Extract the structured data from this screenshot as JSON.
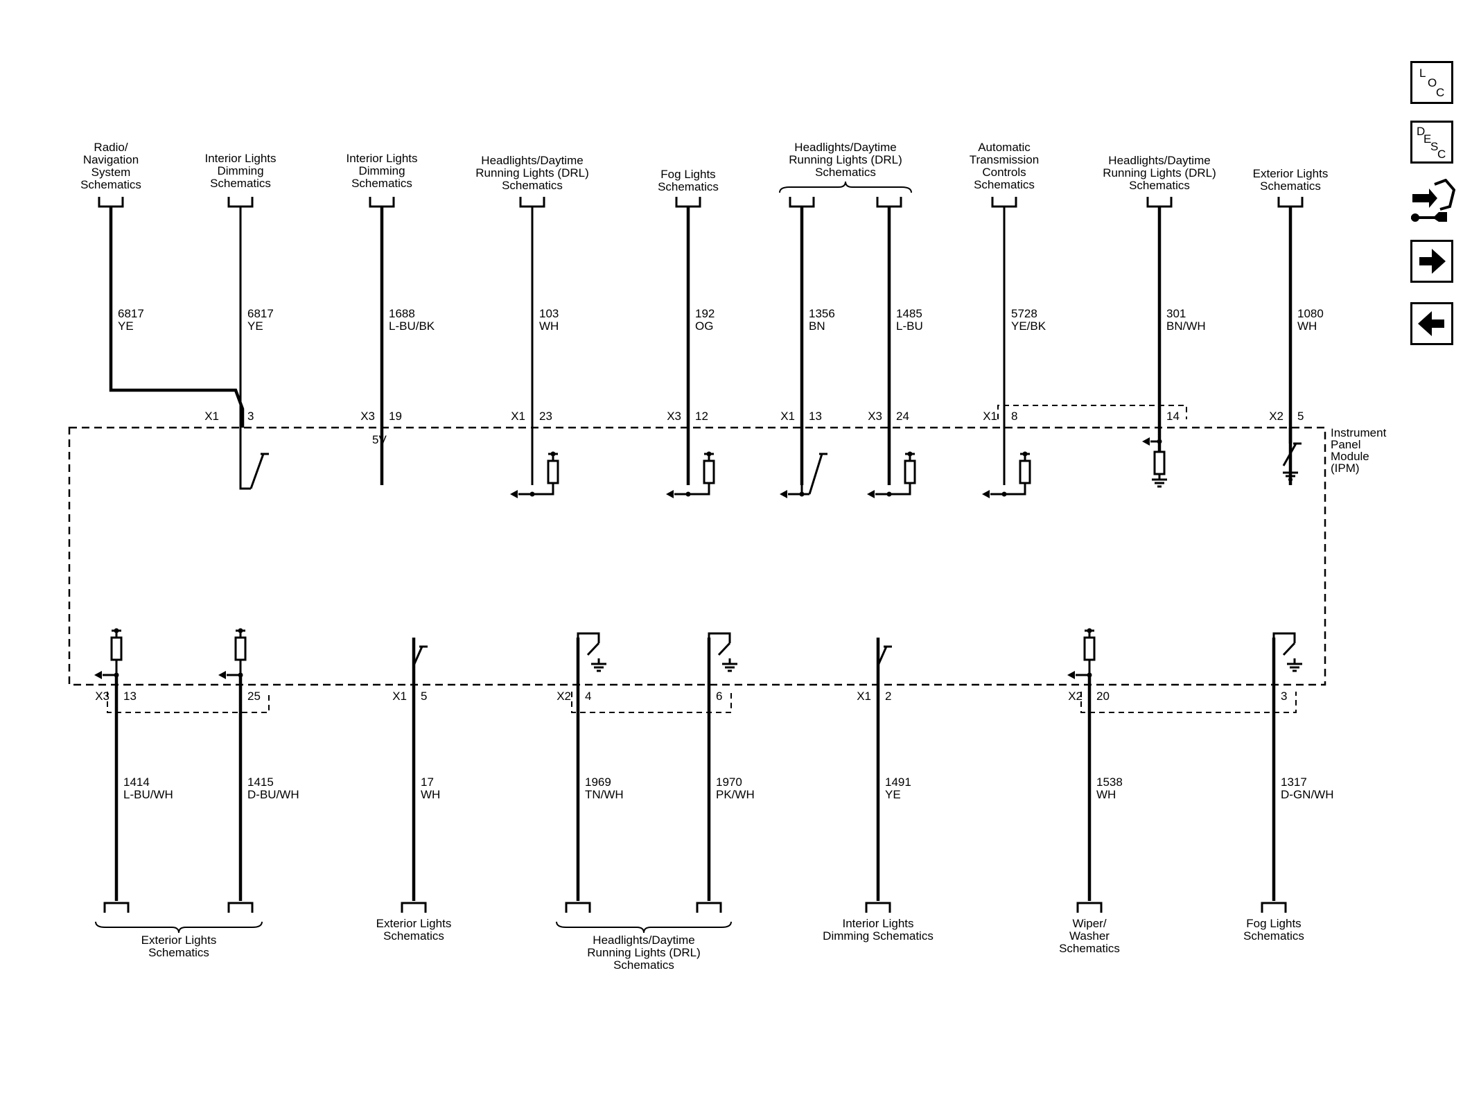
{
  "module": {
    "name_lines": [
      "Instrument",
      "Panel",
      "Module",
      "(IPM)"
    ]
  },
  "nav": {
    "loc": [
      "L",
      "O",
      "C"
    ],
    "desc": [
      "D",
      "E",
      "S",
      "C"
    ]
  },
  "top_circuits": [
    {
      "label": [
        "Radio/",
        "Navigation",
        "System",
        "Schematics"
      ],
      "number": "6817",
      "color": "YE",
      "connector": "X1",
      "pin": "3",
      "thick": true
    },
    {
      "label": [
        "Interior Lights",
        "Dimming",
        "Schematics"
      ],
      "number": "6817",
      "color": "YE",
      "connector": "",
      "pin": "",
      "thick": false
    },
    {
      "label": [
        "Interior Lights",
        "Dimming",
        "Schematics"
      ],
      "number": "1688",
      "color": "L-BU/BK",
      "connector": "X3",
      "pin": "19",
      "thick": true,
      "note": "5V"
    },
    {
      "label": [
        "Headlights/Daytime",
        "Running Lights (DRL)",
        "Schematics"
      ],
      "number": "103",
      "color": "WH",
      "connector": "X1",
      "pin": "23",
      "thick": false
    },
    {
      "label": [
        "Fog Lights",
        "Schematics"
      ],
      "number": "192",
      "color": "OG",
      "connector": "X3",
      "pin": "12",
      "thick": true
    },
    {
      "label": [],
      "number": "1356",
      "color": "BN",
      "connector": "X1",
      "pin": "13",
      "thick": true
    },
    {
      "label": [],
      "number": "1485",
      "color": "L-BU",
      "connector": "X3",
      "pin": "24",
      "thick": true
    },
    {
      "label": [
        "Automatic",
        "Transmission",
        "Controls",
        "Schematics"
      ],
      "number": "5728",
      "color": "YE/BK",
      "connector": "X1",
      "pin": "8",
      "thick": false
    },
    {
      "label": [
        "Headlights/Daytime",
        "Running Lights (DRL)",
        "Schematics"
      ],
      "number": "301",
      "color": "BN/WH",
      "connector": "",
      "pin": "14",
      "thick": true
    },
    {
      "label": [
        "Exterior Lights",
        "Schematics"
      ],
      "number": "1080",
      "color": "WH",
      "connector": "X2",
      "pin": "5",
      "thick": true
    }
  ],
  "top_group_label": [
    "Headlights/Daytime",
    "Running Lights (DRL)",
    "Schematics"
  ],
  "bottom_circuits": [
    {
      "number": "1414",
      "color": "L-BU/WH",
      "connector": "X3",
      "pin": "13",
      "label": []
    },
    {
      "number": "1415",
      "color": "D-BU/WH",
      "connector": "",
      "pin": "25",
      "label": []
    },
    {
      "number": "17",
      "color": "WH",
      "connector": "X1",
      "pin": "5",
      "label": [
        "Exterior Lights",
        "Schematics"
      ]
    },
    {
      "number": "1969",
      "color": "TN/WH",
      "connector": "X2",
      "pin": "4",
      "label": []
    },
    {
      "number": "1970",
      "color": "PK/WH",
      "connector": "",
      "pin": "6",
      "label": []
    },
    {
      "number": "1491",
      "color": "YE",
      "connector": "X1",
      "pin": "2",
      "label": [
        "Interior Lights",
        "Dimming Schematics"
      ]
    },
    {
      "number": "1538",
      "color": "WH",
      "connector": "X2",
      "pin": "20",
      "label": [
        "Wiper/",
        "Washer",
        "Schematics"
      ]
    },
    {
      "number": "1317",
      "color": "D-GN/WH",
      "connector": "",
      "pin": "3",
      "label": [
        "Fog Lights",
        "Schematics"
      ]
    }
  ],
  "bottom_groups": [
    {
      "label": [
        "Exterior Lights",
        "Schematics"
      ]
    },
    {
      "label": [
        "Headlights/Daytime",
        "Running Lights (DRL)",
        "Schematics"
      ]
    }
  ]
}
